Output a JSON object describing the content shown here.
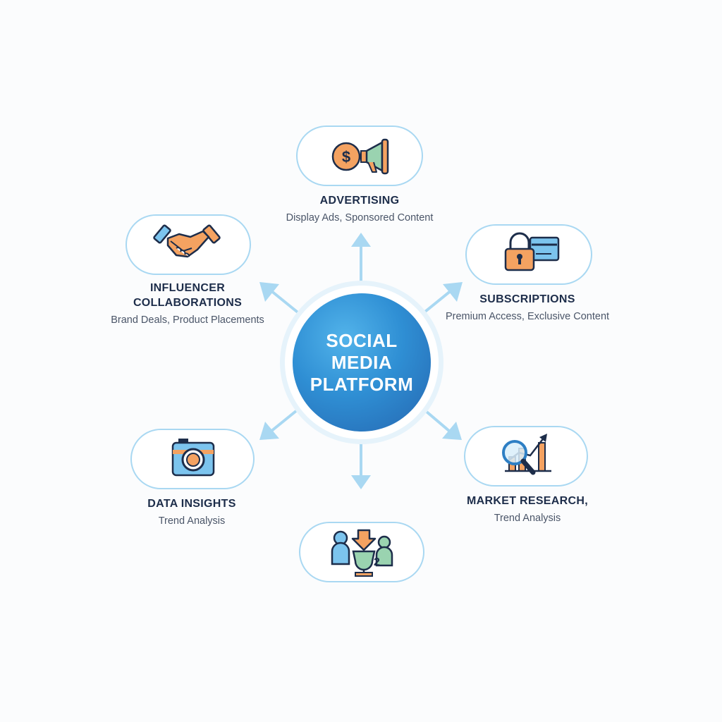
{
  "hub": {
    "line1": "SOCIAL",
    "line2": "MEDIA",
    "line3": "PLATFORM"
  },
  "nodes": {
    "advertising": {
      "title": "ADVERTISING",
      "subtitle": "Display Ads, Sponsored Content",
      "icon": "money-megaphone-icon"
    },
    "subscriptions": {
      "title": "SUBSCRIPTIONS",
      "subtitle": "Premium Access, Exclusive Content",
      "icon": "lock-card-icon"
    },
    "market_research": {
      "title": "MARKET RESEARCH,",
      "subtitle": "Trend Analysis",
      "icon": "magnifier-chart-icon"
    },
    "community": {
      "icon": "people-trophy-icon"
    },
    "data_insights": {
      "title": "DATA INSIGHTS",
      "subtitle": "Trend Analysis",
      "icon": "camera-icon"
    },
    "influencer": {
      "title_line1": "INFLUENCER",
      "title_line2": "COLLABORATIONS",
      "subtitle": "Brand Deals, Product Placements",
      "icon": "handshake-icon"
    }
  },
  "colors": {
    "connector": "#a9d8f2",
    "hub_gradient_start": "#52b3ea",
    "hub_gradient_end": "#2566b0",
    "icon_orange": "#f4a261",
    "icon_blue": "#7cc4ee",
    "icon_green": "#9ad3b0",
    "icon_outline": "#1d2d4a"
  }
}
